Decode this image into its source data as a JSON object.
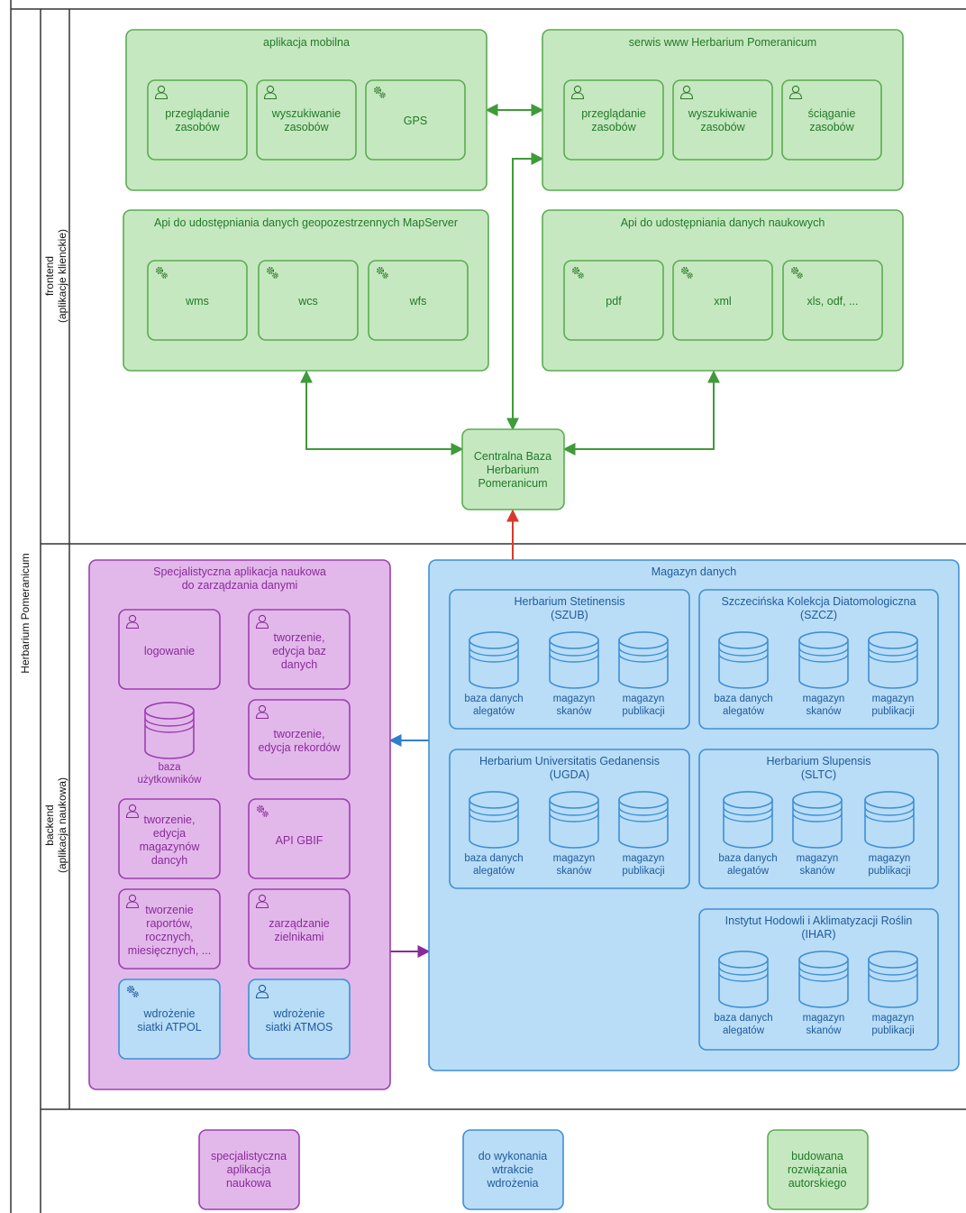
{
  "outer_label": "Herbarium Pomeranicum",
  "lanes": {
    "frontend": "frontend\n(aplikacje klienckie)",
    "backend": "backend\n(aplikacja naukowa)"
  },
  "frontend": {
    "mobile": {
      "title": "aplikacja mobilna",
      "items": [
        "przeglądanie\nzasobów",
        "wyszukiwanie\nzasobów",
        "GPS"
      ]
    },
    "www": {
      "title": "serwis www Herbarium Pomeranicum",
      "items": [
        "przeglądanie\nzasobów",
        "wyszukiwanie\nzasobów",
        "ściąganie\nzasobów"
      ]
    },
    "mapserver": {
      "title": "Api do udostępniania danych geopozestrzennych MapServer",
      "items": [
        "wms",
        "wcs",
        "wfs"
      ]
    },
    "sciapi": {
      "title": "Api do udostępniania danych naukowych",
      "items": [
        "pdf",
        "xml",
        "xls, odf, ..."
      ]
    },
    "central": "Centralna Baza\nHerbarium\nPomeranicum"
  },
  "backend": {
    "app": {
      "title": "Specjalistyczna aplikacja naukowa\ndo zarządzania danymi",
      "items": [
        "logowanie",
        "tworzenie,\nedycja baz\ndanych",
        "baza\nużytkowników",
        "tworzenie,\nedycja rekordów",
        "tworzenie,\nedycja\nmagazynów\ndancyh",
        "API GBIF",
        "tworzenie\nraportów,\nrocznych,\nmiesięcznych, ...",
        "zarządzanie\nzielnikami",
        "wdrożenie\nsiatki ATPOL",
        "wdrożenie\nsiatki ATMOS"
      ]
    },
    "warehouse": {
      "title": "Magazyn danych",
      "groups": [
        {
          "title": "Herbarium Stetinensis\n(SZUB)"
        },
        {
          "title": "Szczecińska Kolekcja Diatomologiczna\n(SZCZ)"
        },
        {
          "title": "Herbarium Universitatis Gedanensis\n(UGDA)"
        },
        {
          "title": "Herbarium Slupensis\n(SLTC)"
        },
        {
          "title": "Instytut Hodowli i Aklimatyzacji Roślin\n(IHAR)"
        }
      ],
      "db_labels": [
        "baza danych\nalegatów",
        "magazyn\nskanów",
        "magazyn\npublikacji"
      ]
    }
  },
  "legend": [
    {
      "label": "specjalistyczna\naplikacja\nnaukowa",
      "color": "#e2b8ea"
    },
    {
      "label": "do wykonania\nwtrakcie\nwdrożenia",
      "color": "#b9ddf6"
    },
    {
      "label": "budowana\nrozwiązania\nautorskiego",
      "color": "#c6e8c1"
    }
  ],
  "colors": {
    "green_fill": "#c6e8c1",
    "green_stroke": "#5aac50",
    "purple_fill": "#e2b8ea",
    "purple_stroke": "#9c3fae",
    "blue_fill": "#b9ddf6",
    "blue_stroke": "#3f8fd6",
    "red_arrow": "#d63a2f"
  }
}
